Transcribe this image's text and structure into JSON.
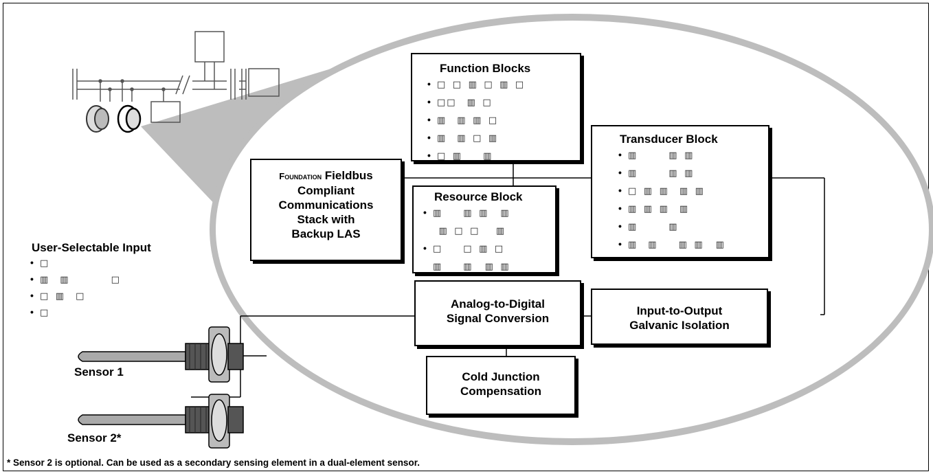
{
  "function_blocks": {
    "title": "Function Blocks",
    "items": [
      "□ □ ▥ □ ▥ □",
      "□□ ▥ □",
      "▥ ▥ ▥ □",
      "▥ ▥ □ ▥",
      "□ ▥  ▥"
    ]
  },
  "transducer_block": {
    "title": "Transducer Block",
    "items": [
      "▥   ▥ ▥",
      "▥   ▥ ▥",
      "□ ▥ ▥ ▥ ▥",
      "▥ ▥ ▥ ▥",
      "▥   ▥",
      "▥ ▥  ▥ ▥  ▥"
    ]
  },
  "resource_block": {
    "title": "Resource Block",
    "items": [
      "▥  ▥ ▥  ▥",
      " ▥ □ □  ▥",
      "□  □ ▥ □",
      "▥  ▥  ▥ ▥"
    ]
  },
  "stack_box": {
    "smallcaps": "Foundation",
    "line1_rest": " Fieldbus",
    "line2": "Compliant",
    "line3": "Communications",
    "line4": "Stack with",
    "line5": "Backup LAS"
  },
  "adc_box": {
    "line1": "Analog-to-Digital",
    "line2": "Signal Conversion"
  },
  "isolation_box": {
    "line1": "Input-to-Output",
    "line2": "Galvanic Isolation"
  },
  "cjc_box": {
    "line1": "Cold Junction",
    "line2": "Compensation"
  },
  "user_input": {
    "title": "User-Selectable Input",
    "items": [
      "□",
      "▥ ▥    □",
      "□ ▥ □",
      "□"
    ]
  },
  "sensor1_label": "Sensor 1",
  "sensor2_label": "Sensor 2*",
  "footnote": "* Sensor 2 is optional. Can be used as a secondary sensing element in a dual-element sensor.",
  "colors": {
    "ellipse_fill": "#bdbdbd",
    "lines": "#000000",
    "hardware": "#777777"
  }
}
